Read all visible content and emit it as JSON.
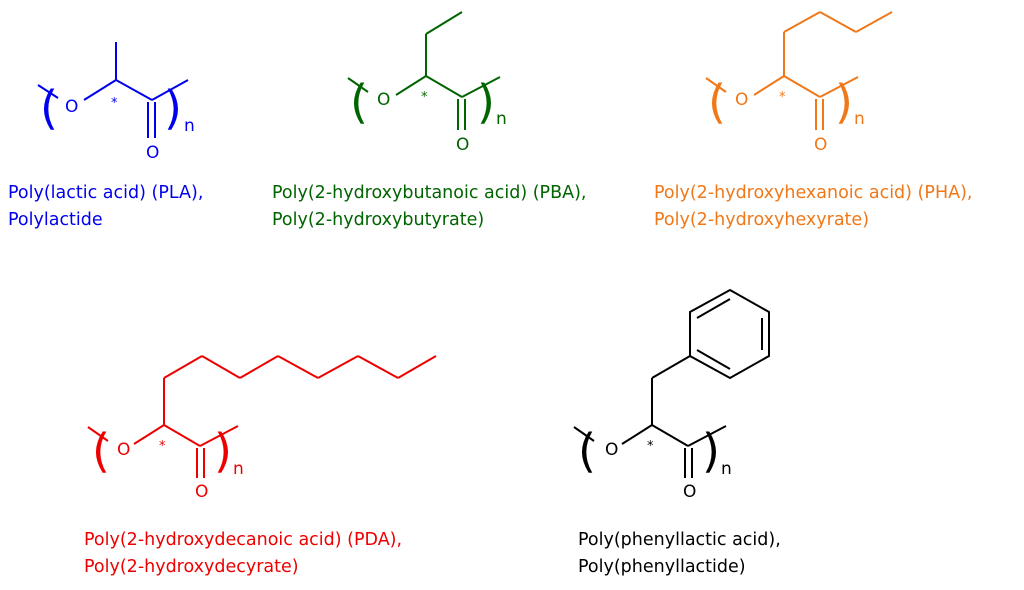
{
  "structure_labels": {
    "oxygen": "O",
    "chiral_mark": "*",
    "repeat_subscript": "n"
  },
  "polymers": [
    {
      "name_line1": "Poly(lactic acid) (PLA),",
      "name_line2": "Polylactide",
      "color": "#0000ee"
    },
    {
      "name_line1": "Poly(2-hydroxybutanoic acid) (PBA),",
      "name_line2": "Poly(2-hydroxybutyrate)",
      "color": "#006400"
    },
    {
      "name_line1": "Poly(2-hydroxyhexanoic acid) (PHA),",
      "name_line2": "Poly(2-hydroxyhexyrate)",
      "color": "#f07818"
    },
    {
      "name_line1": "Poly(2-hydroxydecanoic acid) (PDA),",
      "name_line2": "Poly(2-hydroxydecyrate)",
      "color": "#ee0000"
    },
    {
      "name_line1": "Poly(phenyllactic acid),",
      "name_line2": "Poly(phenyllactide)",
      "color": "#000000"
    }
  ]
}
